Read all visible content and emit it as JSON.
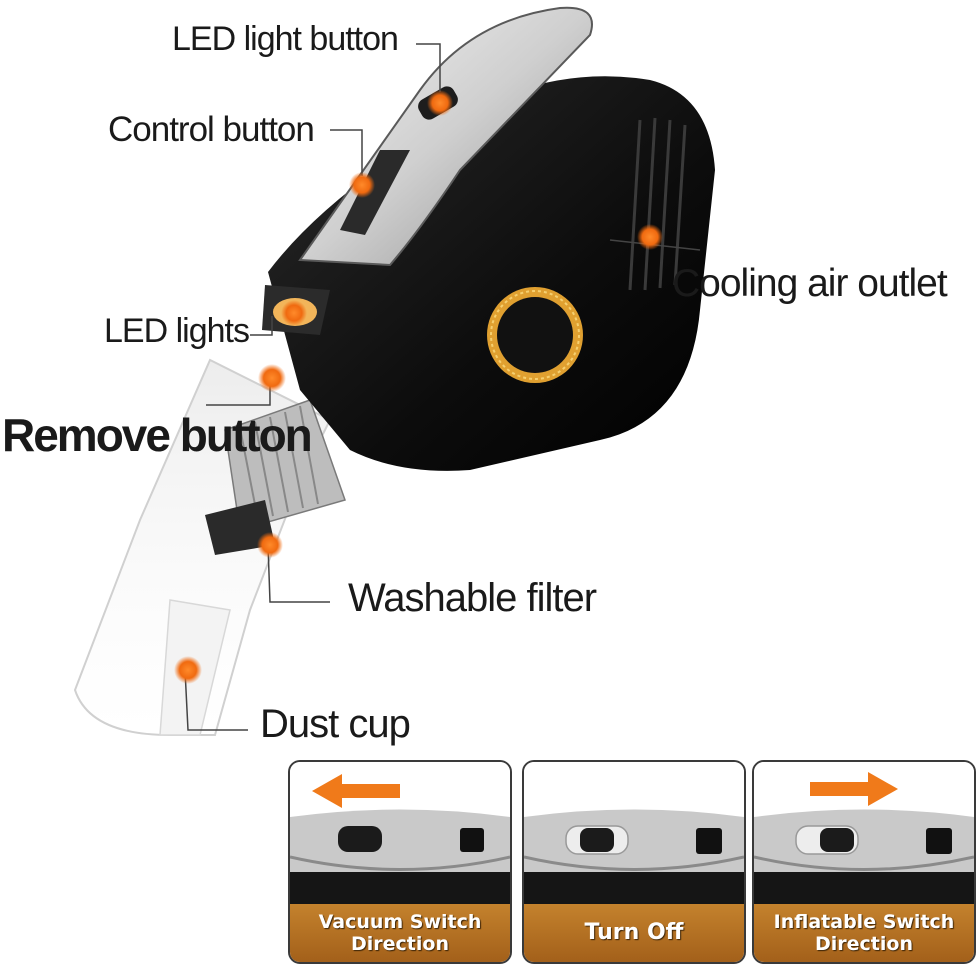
{
  "callouts": {
    "led_light_button": "LED light button",
    "control_button": "Control button",
    "cooling_air_outlet": "Cooling air outlet",
    "led_lights": "LED lights",
    "remove_button": "Remove button",
    "washable_filter": "Washable filter",
    "dust_cup": "Dust cup"
  },
  "switch_panels": [
    {
      "line1": "Vacuum Switch",
      "line2": "Direction",
      "arrow": "left"
    },
    {
      "line1": "Turn Off",
      "line2": ""
    },
    {
      "line1": "Inflatable Switch",
      "line2": "Direction",
      "arrow": "right"
    }
  ],
  "colors": {
    "accent_orange": "#f07a1a",
    "caption_brown": "#b06d22",
    "body_black": "#111111",
    "ring_gold": "#e0a030"
  }
}
